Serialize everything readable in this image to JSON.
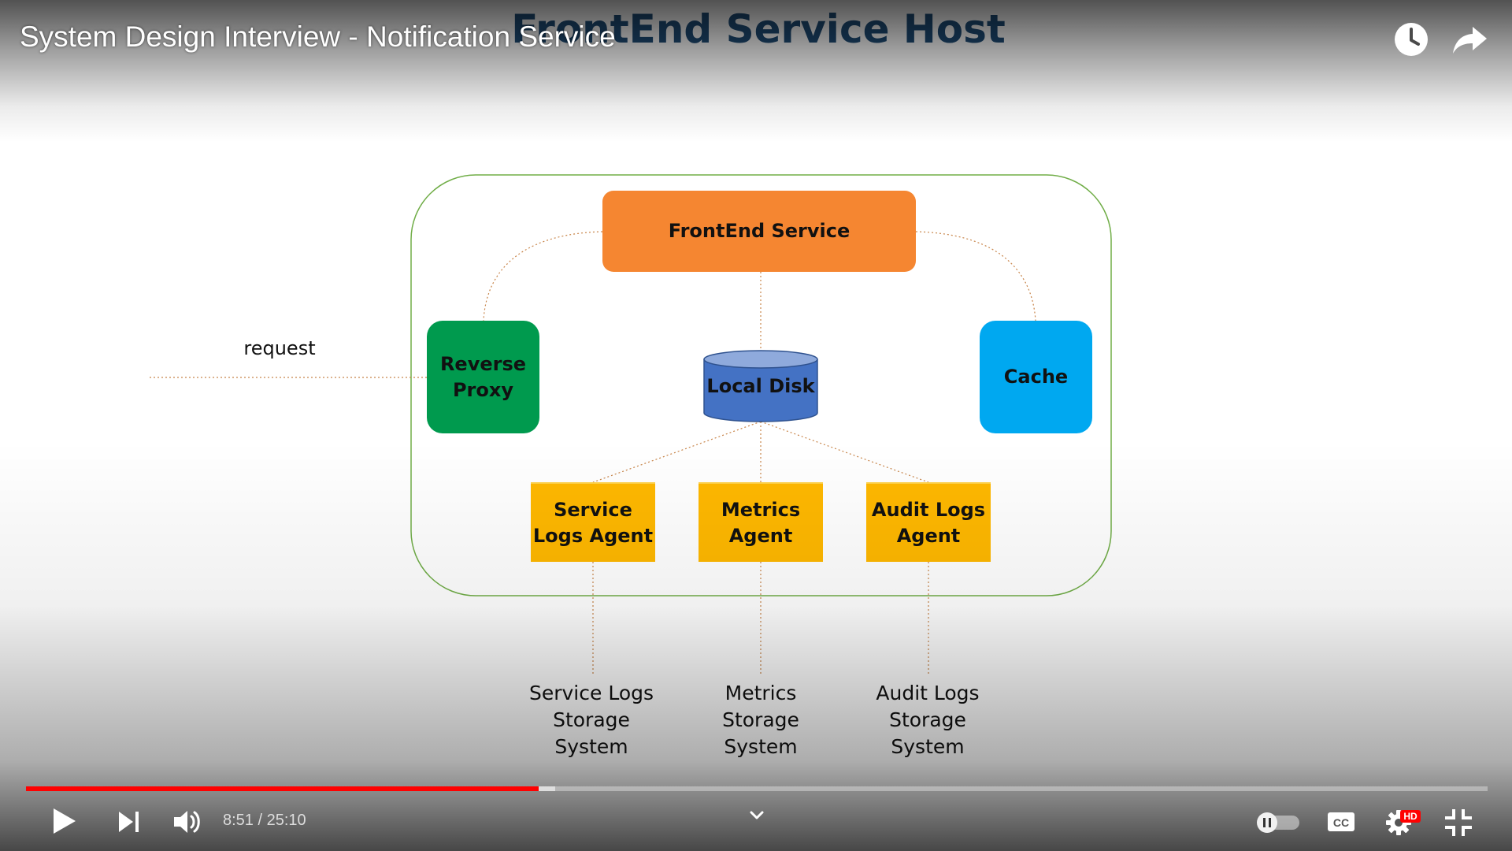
{
  "video": {
    "title": "System Design Interview - Notification Service",
    "current_time": "8:51",
    "duration": "25:10",
    "time_display": "8:51 / 25:10",
    "progress_played": 0.351,
    "progress_buffered": 0.362,
    "quality_badge": "HD",
    "accent_color": "#ff0000"
  },
  "slide": {
    "title": "FrontEnd Service Host",
    "boxes": {
      "frontend": "FrontEnd Service",
      "reverse_proxy": [
        "Reverse",
        "Proxy"
      ],
      "cache": "Cache",
      "local_disk": "Local Disk",
      "service_logs_agent": [
        "Service",
        "Logs Agent"
      ],
      "metrics_agent": [
        "Metrics",
        "Agent"
      ],
      "audit_logs_agent": [
        "Audit Logs",
        "Agent"
      ]
    },
    "request_label": "request",
    "storage": {
      "service_logs": [
        "Service Logs",
        "Storage",
        "System"
      ],
      "metrics": [
        "Metrics",
        "Storage",
        "System"
      ],
      "audit_logs": [
        "Audit Logs",
        "Storage",
        "System"
      ]
    },
    "colors": {
      "frontend": "#f58631",
      "reverse_proxy": "#009a4e",
      "cache": "#00a8f0",
      "agents": "#ffb800",
      "local_disk": "#4472c4",
      "host_border": "#70ad47",
      "title": "#1f4e79"
    }
  },
  "top_controls": {
    "icons": [
      "clock-icon",
      "share-icon"
    ]
  },
  "bottom_controls": {
    "icons": [
      "play-icon",
      "next-icon",
      "volume-icon",
      "chevron-down-icon",
      "autoplay-toggle-icon",
      "captions-icon",
      "settings-gear-icon",
      "exit-fullscreen-icon"
    ]
  }
}
